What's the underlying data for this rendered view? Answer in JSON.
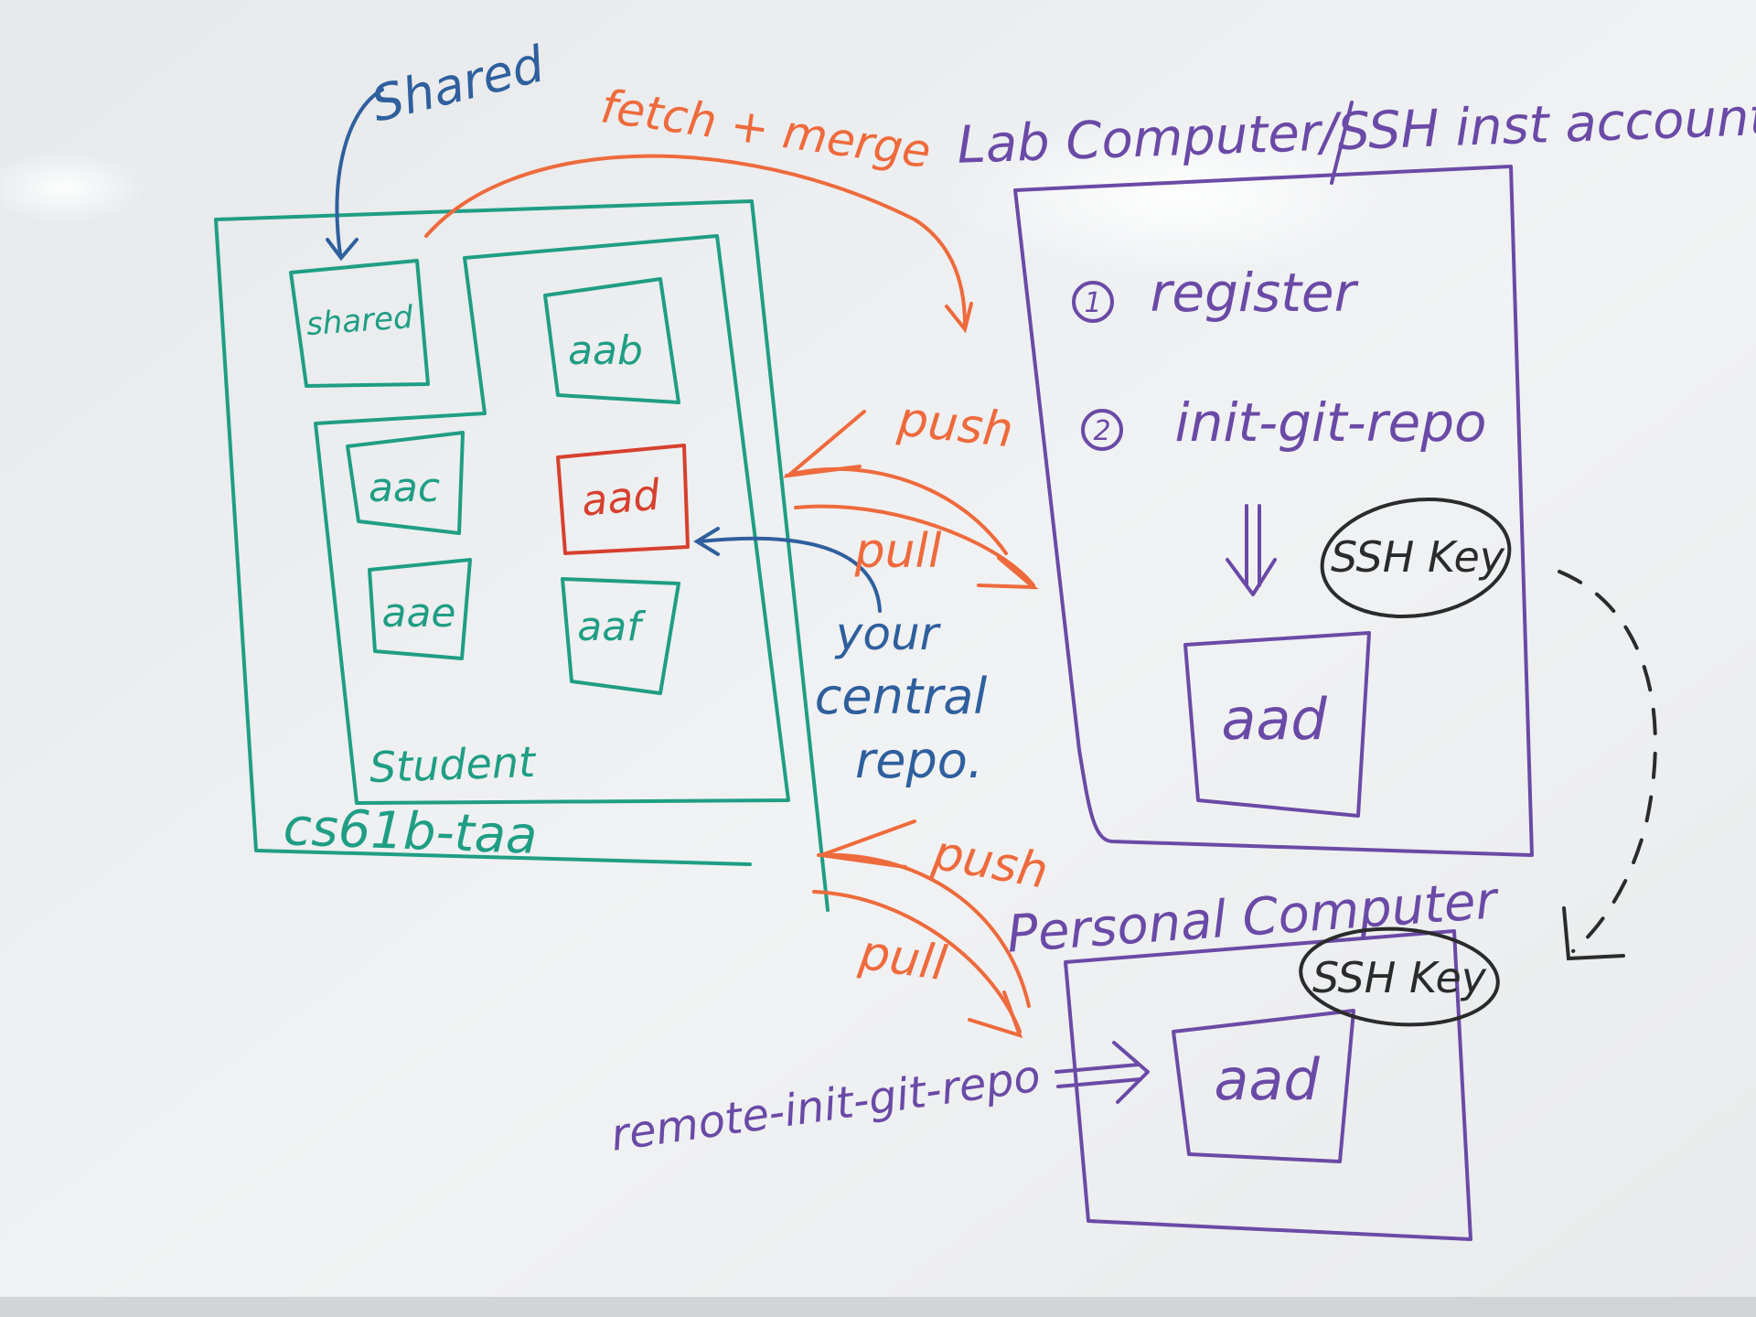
{
  "colors": {
    "teal": "#1f9e84",
    "orange": "#ee6a3c",
    "red": "#d6402e",
    "blue": "#2f5f9d",
    "purple": "#6a4aa6",
    "black": "#2b2b2b"
  },
  "labels": {
    "shared_top": "Shared",
    "fetch_merge": "fetch + merge",
    "lab_header": "Lab Computer/SSH inst account.",
    "shared_box": "shared",
    "repo_aab": "aab",
    "repo_aac": "aac",
    "repo_aad": "aad",
    "repo_aae": "aae",
    "repo_aaf": "aaf",
    "student": "Student",
    "org": "cs61b-taa",
    "your_repo": [
      "your",
      "central",
      "repo."
    ],
    "push_1": "push",
    "pull_1": "pull",
    "push_2": "push",
    "pull_2": "pull",
    "step_1_num": "1",
    "step_1": "register",
    "step_2_num": "2",
    "step_2": "init-git-repo",
    "ssh_key_lab": "SSH Key",
    "lab_aad": "aad",
    "personal_header": "Personal Computer",
    "ssh_key_personal": "SSH Key",
    "personal_aad": "aad",
    "remote_cmd": "remote-init-git-repo"
  }
}
